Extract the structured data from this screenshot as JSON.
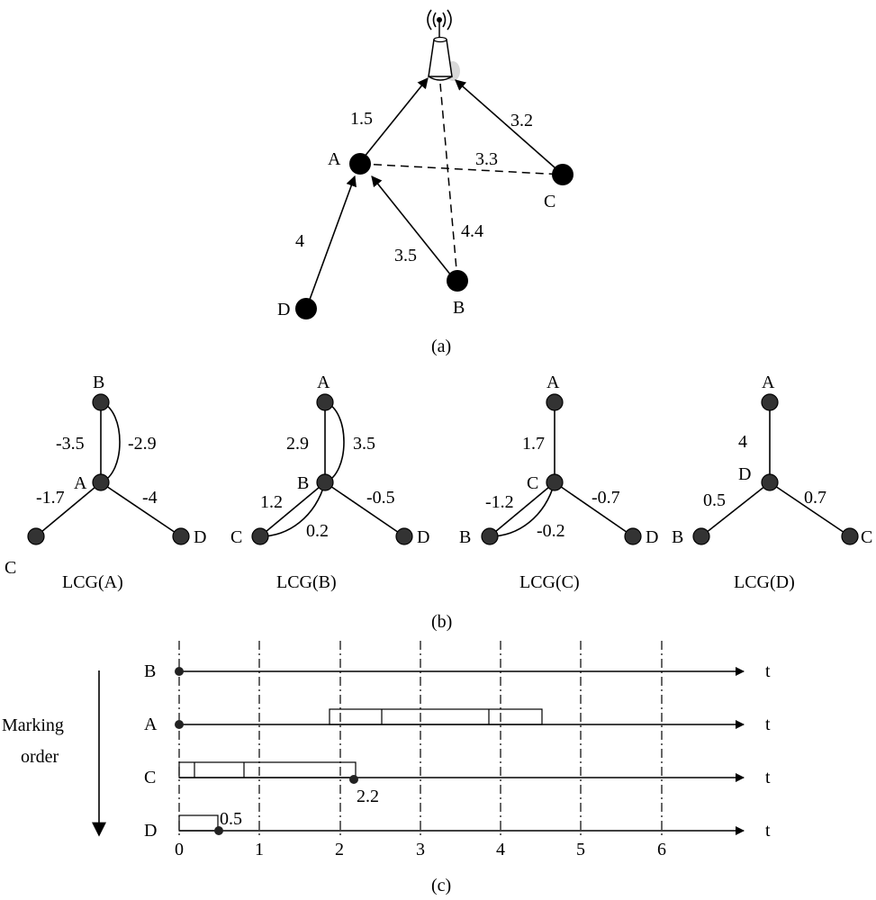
{
  "panel_a": {
    "caption": "(a)",
    "nodes": {
      "A": "A",
      "B": "B",
      "C": "C",
      "D": "D"
    },
    "edges": {
      "a_bs": "1.5",
      "c_bs": "3.2",
      "a_c": "3.3",
      "b_bs": "4.4",
      "d_a": "4",
      "b_a": "3.5"
    }
  },
  "panel_b": {
    "caption": "(b)",
    "stray_label": "C",
    "graphs": [
      {
        "title": "LCG(A)",
        "top": "B",
        "center": "A",
        "left": "",
        "right": "D",
        "top_left_w": "-3.5",
        "top_right_w": "-2.9",
        "left_w": "-1.7",
        "left_curve_w": "",
        "right_w": "-4"
      },
      {
        "title": "LCG(B)",
        "top": "A",
        "center": "B",
        "left": "C",
        "right": "D",
        "top_left_w": "2.9",
        "top_right_w": "3.5",
        "left_w": "1.2",
        "left_curve_w": "0.2",
        "right_w": "-0.5"
      },
      {
        "title": "LCG(C)",
        "top": "A",
        "center": "C",
        "left": "B",
        "right": "D",
        "top_left_w": "1.7",
        "top_right_w": "",
        "left_w": "-1.2",
        "left_curve_w": "-0.2",
        "right_w": "-0.7"
      },
      {
        "title": "LCG(D)",
        "top": "A",
        "center": "D",
        "left": "B",
        "right": "C",
        "top_left_w": "",
        "top_right_w": "4",
        "left_w": "0.5",
        "left_curve_w": "",
        "right_w": "0.7"
      }
    ]
  },
  "panel_c": {
    "caption": "(c)",
    "marking_order": [
      "Marking",
      "order"
    ],
    "rows": [
      "B",
      "A",
      "C",
      "D"
    ],
    "axis_label": "t",
    "ticks": [
      "0",
      "1",
      "2",
      "3",
      "4",
      "5",
      "6"
    ],
    "c_value": "2.2",
    "d_value": "0.5"
  }
}
